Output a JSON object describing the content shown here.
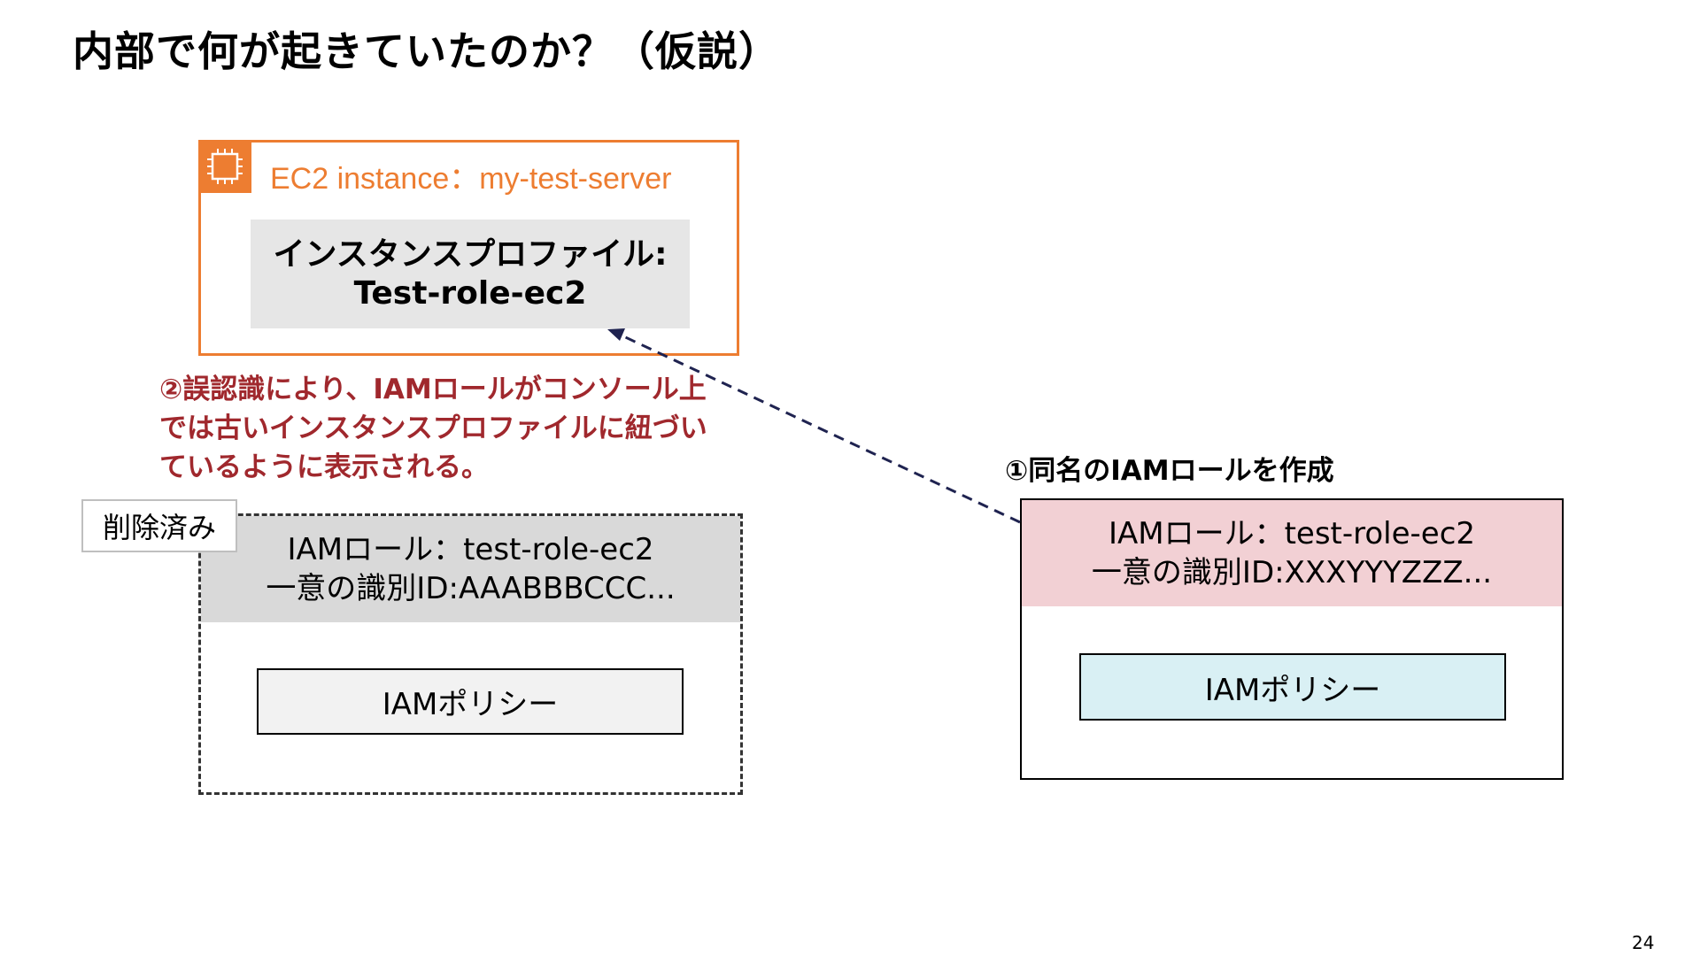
{
  "slide": {
    "title": "内部で何が起きていたのか？（仮説）",
    "page_number": "24"
  },
  "ec2": {
    "label": "EC2 instance：my-test-server",
    "icon": "ec2-chip-icon",
    "profile_line1": "インスタンスプロファイル:",
    "profile_line2": "Test-role-ec2"
  },
  "notes": {
    "misrecognition": "②誤認識により、IAMロールがコンソール上では古いインスタンスプロファイルに紐づいているように表示される。",
    "create_role": "①同名のIAMロールを作成"
  },
  "old_role": {
    "tag": "削除済み",
    "line1": "IAMロール：test-role-ec2",
    "line2": "一意の識別ID:AAABBBCCC...",
    "policy": "IAMポリシー"
  },
  "new_role": {
    "line1": "IAMロール：test-role-ec2",
    "line2": "一意の識別ID:XXXYYYZZZ...",
    "policy": "IAMポリシー"
  },
  "colors": {
    "ec2_orange": "#ed7d31",
    "note_red": "#a0282d",
    "old_head_gray": "#d9d9d9",
    "new_head_pink": "#f2d0d4",
    "new_policy_cyan": "#d9f0f4",
    "arrow_navy": "#1f2350"
  }
}
